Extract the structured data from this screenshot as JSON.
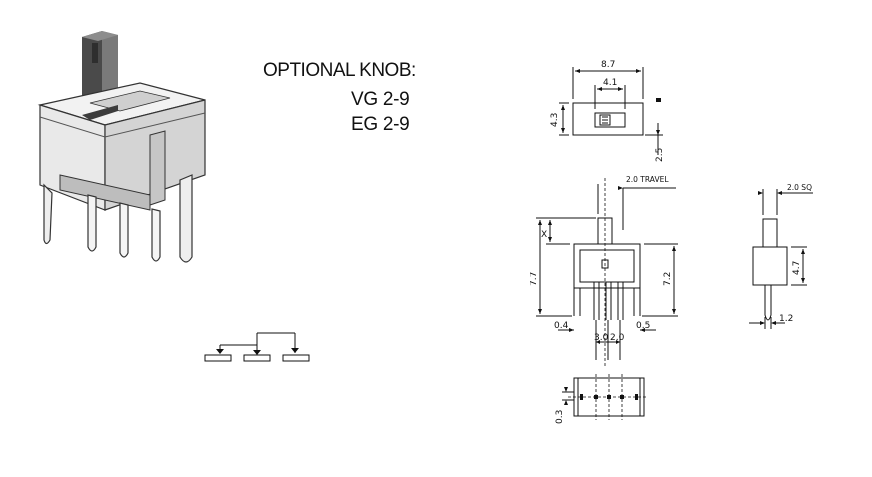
{
  "knob": {
    "title": "OPTIONAL KNOB:",
    "models": [
      "VG 2-9",
      "EG 2-9"
    ]
  },
  "dimensions": {
    "top_view": {
      "overall_width": "8.7",
      "slot_width": "4.1",
      "height": "4.3",
      "offset": "2.5"
    },
    "front_view": {
      "travel": "2.0 TRAVEL",
      "actuator": "X",
      "overall_height": "7.7",
      "body_height": "7.2",
      "pin_left": "0.4",
      "pin_right": "0.5",
      "pitch_a": "3.0",
      "pitch_b": "2.0"
    },
    "side_view": {
      "actuator_square": "2.0 SQ",
      "body_height": "4.7",
      "pin_width": "1.2"
    },
    "bottom_view": {
      "edge": "0.3"
    }
  },
  "colors": {
    "ink": "#111111",
    "body_metal": "#e6e6e6",
    "knob": "#555555"
  }
}
